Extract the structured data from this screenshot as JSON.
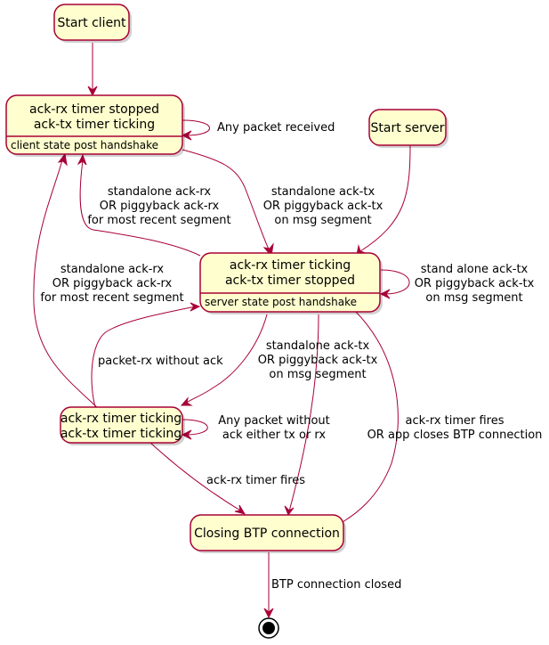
{
  "states": {
    "start_client": "Start client",
    "client_state": {
      "title_line1": "ack-rx timer stopped",
      "title_line2": "ack-tx timer ticking",
      "description": "client state post handshake"
    },
    "start_server": "Start server",
    "server_state": {
      "title_line1": "ack-rx timer ticking",
      "title_line2": "ack-tx timer stopped",
      "description": "server state post handshake"
    },
    "both_ticking": {
      "title_line1": "ack-rx timer ticking",
      "title_line2": "ack-tx timer ticking"
    },
    "closing": "Closing BTP connection"
  },
  "transitions": {
    "client_self": "Any packet received",
    "client_to_server": [
      "standalone ack-tx",
      "OR piggyback ack-tx",
      "on msg segment"
    ],
    "server_to_client": [
      "standalone ack-rx",
      "OR piggyback ack-rx",
      "for most recent segment"
    ],
    "both_to_client": [
      "standalone ack-rx",
      "OR piggyback ack-rx",
      "for most recent segment"
    ],
    "server_self": [
      "stand alone ack-tx",
      "OR piggyback ack-tx",
      "on msg segment"
    ],
    "both_to_server": "packet-rx without ack",
    "server_to_both": [
      "standalone ack-tx",
      "OR piggyback ack-tx",
      "on msg segment"
    ],
    "both_self": [
      "Any packet without",
      "ack either tx or rx"
    ],
    "server_to_closing": [
      "ack-rx timer fires",
      "OR app closes BTP connection"
    ],
    "both_to_closing": "ack-rx timer fires",
    "closing_to_end": "BTP connection closed"
  }
}
